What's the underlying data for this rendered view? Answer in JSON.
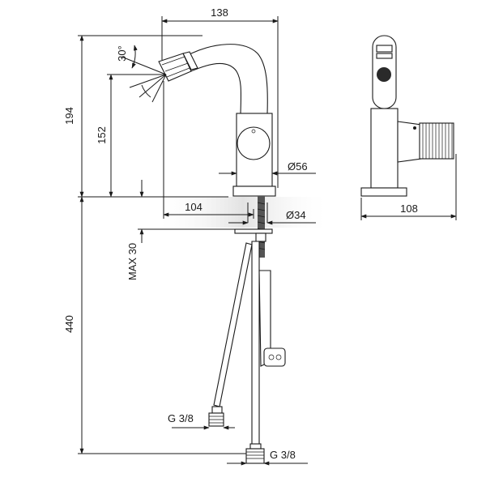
{
  "dimensions": {
    "width_top": "138",
    "angle": "30°",
    "height_total": "194",
    "height_spout": "152",
    "body_diameter": "Ø56",
    "reach": "104",
    "hole_diameter": "Ø34",
    "max_thickness": "MAX 30",
    "hose_length": "440",
    "side_width": "108",
    "thread_left": "G 3/8",
    "thread_right": "G 3/8"
  },
  "colors": {
    "line": "#1a1a1a",
    "counter": "#e2e2e2"
  }
}
